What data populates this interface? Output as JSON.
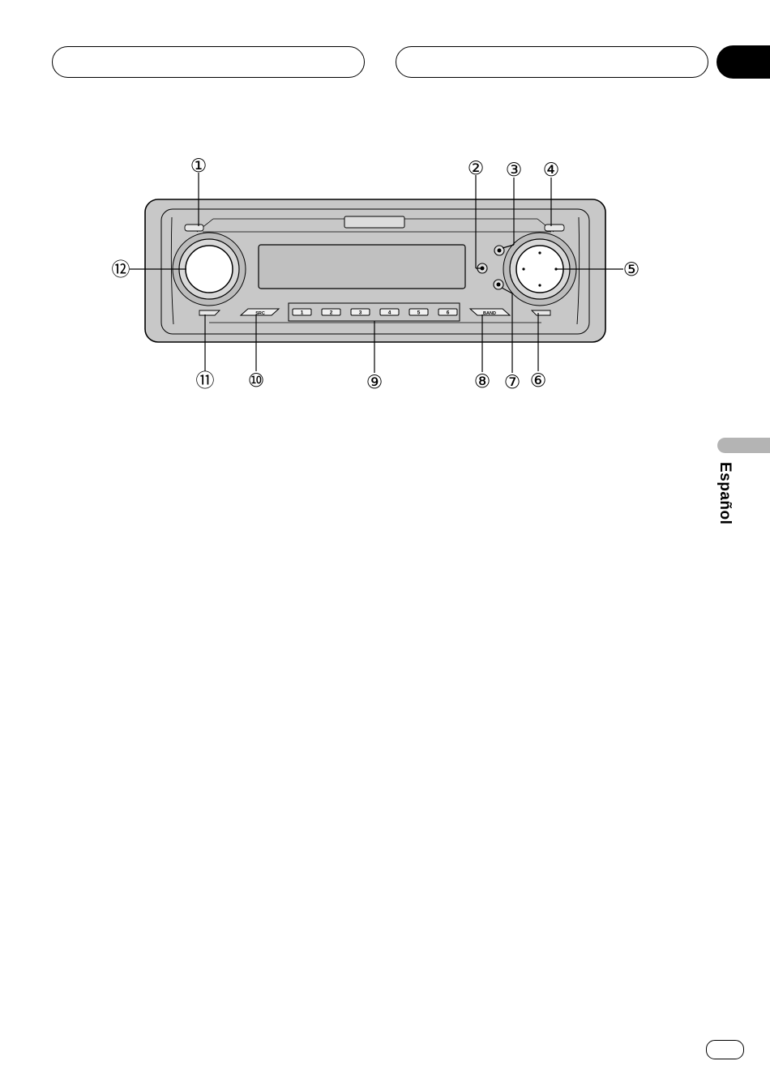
{
  "sidebar": {
    "language_label": "Español"
  },
  "diagram": {
    "callouts": [
      {
        "id": "1",
        "label": "①"
      },
      {
        "id": "2",
        "label": "②"
      },
      {
        "id": "3",
        "label": "③"
      },
      {
        "id": "4",
        "label": "④"
      },
      {
        "id": "5",
        "label": "⑤"
      },
      {
        "id": "6",
        "label": "⑥"
      },
      {
        "id": "7",
        "label": "⑦"
      },
      {
        "id": "8",
        "label": "⑧"
      },
      {
        "id": "9",
        "label": "⑨"
      },
      {
        "id": "10",
        "label": "⑩"
      },
      {
        "id": "11",
        "label": "⑪"
      },
      {
        "id": "12",
        "label": "⑫"
      }
    ],
    "preset_buttons": [
      "1",
      "2",
      "3",
      "4",
      "5",
      "6"
    ],
    "src_label": "SRC",
    "band_label": "BAND"
  }
}
